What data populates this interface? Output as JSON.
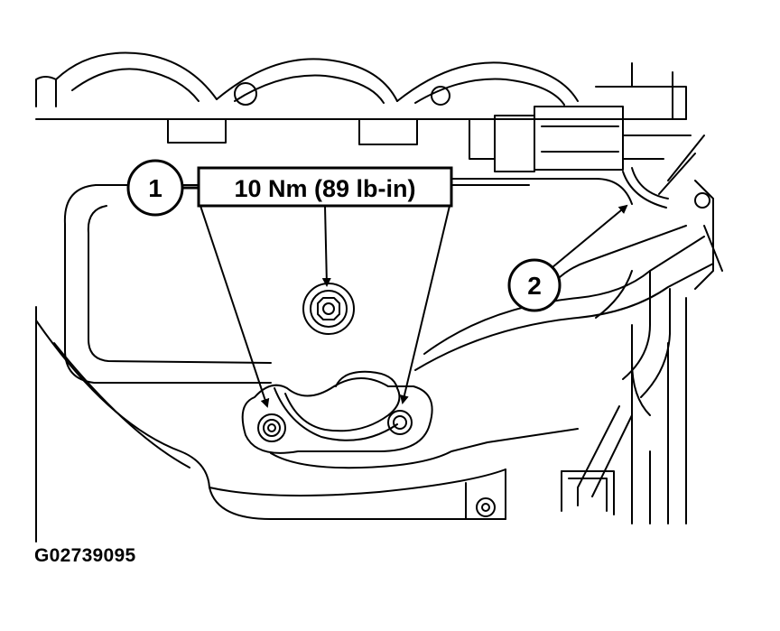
{
  "callouts": [
    {
      "number": "1",
      "label": "10 Nm (89 lb-in)"
    },
    {
      "number": "2"
    }
  ],
  "figure_id": "G02739095"
}
